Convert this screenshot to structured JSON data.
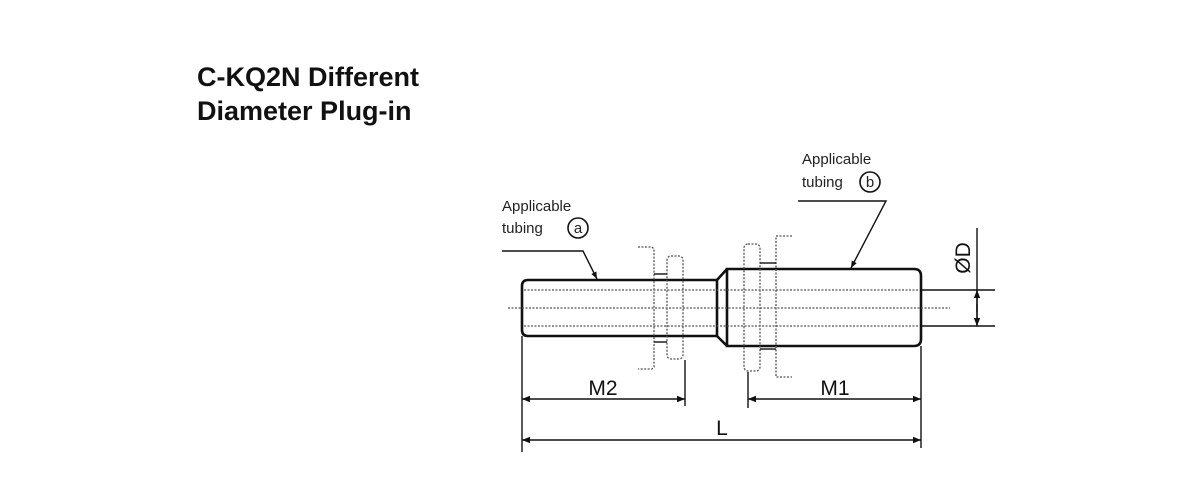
{
  "title": {
    "line1": "C-KQ2N Different",
    "line2": "Diameter Plug-in"
  },
  "callouts": {
    "tubing_a": {
      "line1": "Applicable",
      "line2": "tubing",
      "marker": "a"
    },
    "tubing_b": {
      "line1": "Applicable",
      "line2": "tubing",
      "marker": "b"
    }
  },
  "dimensions": {
    "m2": "M2",
    "m1": "M1",
    "length": "L",
    "diameter": "ØD"
  },
  "colors": {
    "line": "#111111",
    "hidden_line": "#555555",
    "background": "#ffffff"
  }
}
